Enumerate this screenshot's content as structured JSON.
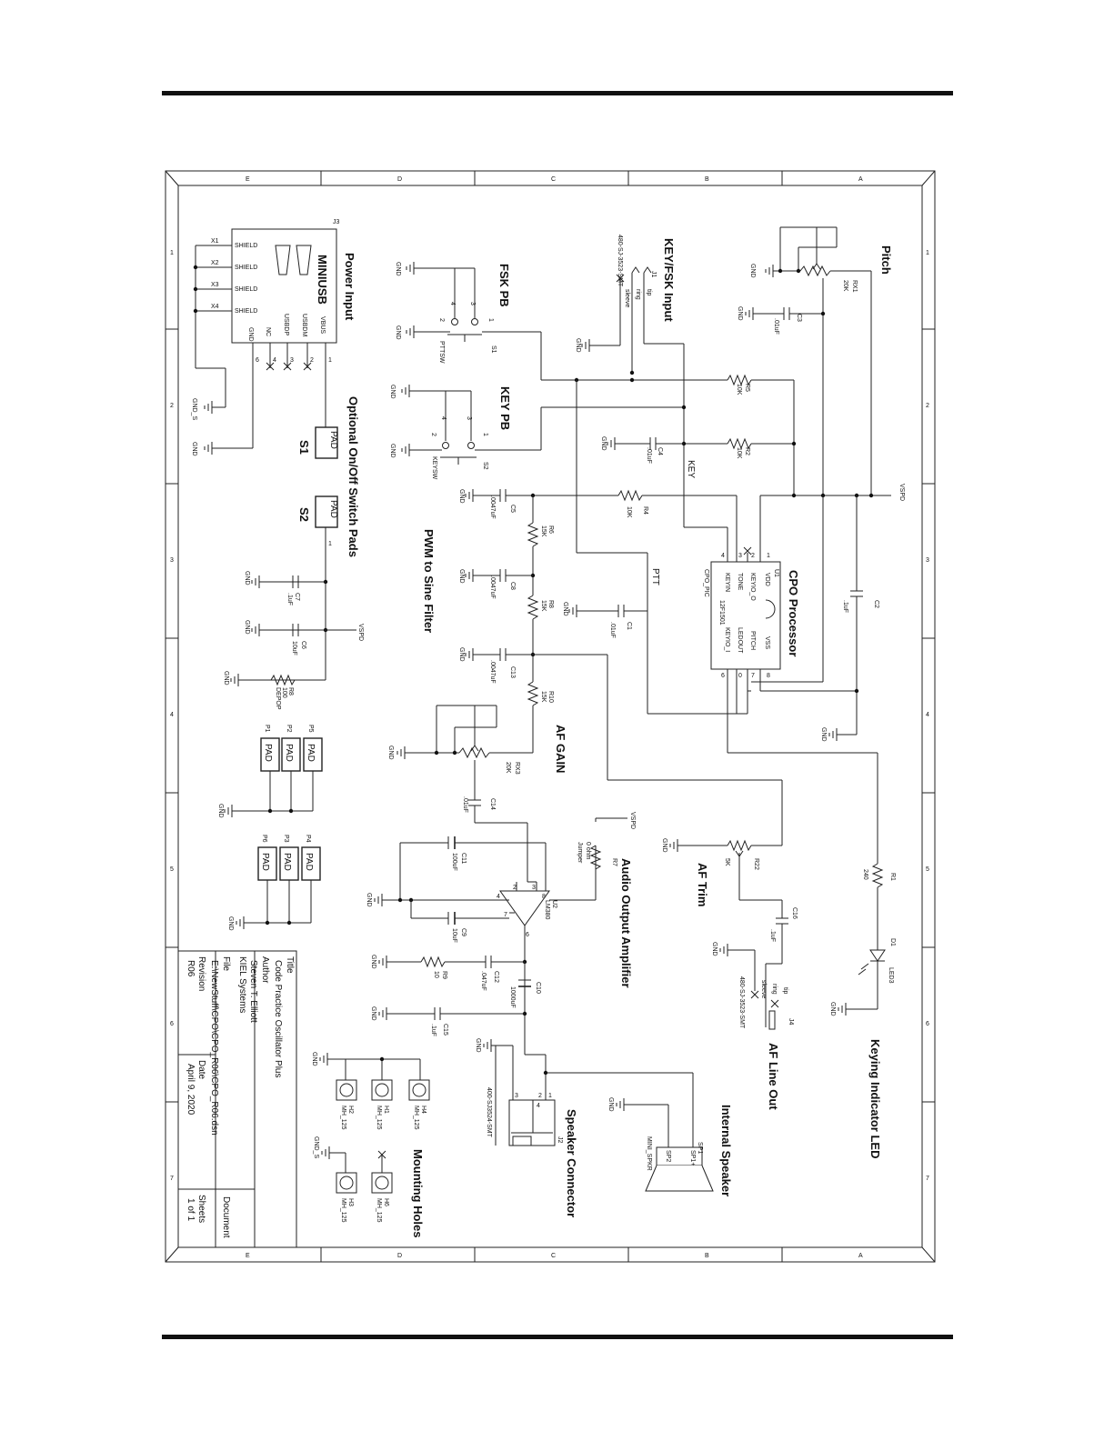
{
  "zones": {
    "letters": [
      "E",
      "D",
      "C",
      "B",
      "A"
    ],
    "numbers": [
      "1",
      "2",
      "3",
      "4",
      "5",
      "6",
      "7"
    ]
  },
  "blocks": {
    "power_input": "Power Input",
    "fsk_pb": "FSK PB",
    "key_fsk_input": "KEY/FSK Input",
    "pitch": "Pitch",
    "key_pb": "KEY PB",
    "on_off_pads": "Optional On/Off Switch Pads",
    "pwm_filter": "PWM to Sine Filter",
    "cpo_processor": "CPO Processor",
    "af_gain": "AF GAIN",
    "audio_amp": "Audio Output Amplifier",
    "af_trim": "AF Trim",
    "af_line_out": "AF Line Out",
    "keying_led": "Keying Indicator LED",
    "internal_speaker": "Internal Speaker",
    "speaker_connector": "Speaker Connector",
    "mounting_holes": "Mounting Holes"
  },
  "usb": {
    "ref": "J3",
    "name": "MINIUSB",
    "shield_pins": [
      "SHIELD",
      "SHIELD",
      "SHIELD",
      "SHIELD"
    ],
    "x_labels": [
      "X1",
      "X2",
      "X3",
      "X4"
    ],
    "signal_pins": [
      "VBUS",
      "USBDM",
      "USBDP",
      "NC",
      "GND"
    ],
    "pin_numbers": [
      "1",
      "2",
      "3",
      "4",
      "6"
    ],
    "gnd_s": "GND_S",
    "gnd": "GND"
  },
  "pads_onoff": {
    "s1": "S1",
    "s2": "S2",
    "pad": "PAD",
    "pin1": "1"
  },
  "fsk_switch": {
    "ref": "S1",
    "part": "PTTSW",
    "pins": [
      "1",
      "2",
      "3",
      "4"
    ],
    "gnd": "GND"
  },
  "key_switch": {
    "ref": "S2",
    "part": "KEYSW",
    "pins": [
      "1",
      "2",
      "3",
      "4"
    ],
    "gnd": "GND"
  },
  "jack_j1": {
    "ref": "J1",
    "part": "480-SJ-3523-SMT",
    "pins": [
      "tip",
      "ring",
      "sleeve"
    ]
  },
  "pitch_pot": {
    "ref": "RX1",
    "value": "20K"
  },
  "c3": {
    "ref": "C3",
    "value": ".01uF"
  },
  "r5": {
    "ref": "R5",
    "value": "10K"
  },
  "r2": {
    "ref": "R2",
    "value": "10K"
  },
  "c4": {
    "ref": "C4",
    "value": ".01uF"
  },
  "net_key": "KEY",
  "net_ptt": "PTT",
  "net_vspd": "VSPD",
  "r4": {
    "ref": "R4",
    "value": "10K"
  },
  "c5": {
    "ref": "C5",
    "value": ".0047uF"
  },
  "r6": {
    "ref": "R6",
    "value": "15K"
  },
  "c8": {
    "ref": "C8",
    "value": ".0047uF"
  },
  "r8": {
    "ref": "R8",
    "value": "15K"
  },
  "c1": {
    "ref": "C1",
    "value": ".01uF"
  },
  "c13": {
    "ref": "C13",
    "value": ".0047uF"
  },
  "r10": {
    "ref": "R10",
    "value": "15K"
  },
  "c2": {
    "ref": "C2",
    "value": ".1uF"
  },
  "cpu": {
    "ref": "U1",
    "part": "12F1501",
    "cpo_pic": "CPO_PIC",
    "left_pins": [
      "VDD",
      "KEYIO_O",
      "TONE",
      "KEYIN"
    ],
    "right_pins": [
      "VSS",
      "PITCH",
      "LEDOUT",
      "KEYIO_I"
    ],
    "left_nums": [
      "1",
      "2",
      "3",
      "4"
    ],
    "right_nums": [
      "8",
      "7",
      "0",
      "6"
    ]
  },
  "c7": {
    "ref": "C7",
    "value": ".1uF"
  },
  "c6": {
    "ref": "C6",
    "value": "10uF"
  },
  "r8b": {
    "ref": "R8",
    "value": "100",
    "part": "DEPOP"
  },
  "pads_group1": [
    "P1",
    "P2",
    "P5"
  ],
  "pads_group2": [
    "P6",
    "P3",
    "P4"
  ],
  "af_gain_pot": {
    "ref": "RX3",
    "value": "20K"
  },
  "c14": {
    "ref": "C14",
    "value": ".01uF"
  },
  "r7": {
    "ref": "R7",
    "value": "0 ohm",
    "note": "Jumper"
  },
  "c11": {
    "ref": "C11",
    "value": "100uF"
  },
  "c9": {
    "ref": "C9",
    "value": "10uF"
  },
  "amp": {
    "ref": "U2",
    "part": "LM380",
    "pins": [
      "2",
      "3",
      "4",
      "7",
      "6",
      "8"
    ]
  },
  "r22": {
    "ref": "R22",
    "value": "5K"
  },
  "c16": {
    "ref": "C16",
    "value": ".1uF"
  },
  "jack_j4": {
    "ref": "J4",
    "part": "480-SJ-3523-SMT",
    "pins": [
      "tip",
      "ring",
      "sleeve"
    ]
  },
  "r1": {
    "ref": "R1",
    "value": "240"
  },
  "led": {
    "ref": "D1",
    "part": "LED3"
  },
  "r9": {
    "ref": "R9",
    "value": "10"
  },
  "c12": {
    "ref": "C12",
    "value": ".047uF"
  },
  "c10": {
    "ref": "C10",
    "value": "1000uF"
  },
  "c15": {
    "ref": "C15",
    "value": ".1uF"
  },
  "speaker": {
    "ref": "SP1",
    "part": "MINI_SPKR",
    "pins": [
      "SP1+",
      "SP2"
    ]
  },
  "jack_j2": {
    "ref": "J2",
    "part": "400-SJ3524-SMT",
    "pins": [
      "1",
      "2",
      "3",
      "4"
    ]
  },
  "holes": [
    {
      "ref": "H4",
      "part": "MH_125"
    },
    {
      "ref": "H1",
      "part": "MH_125"
    },
    {
      "ref": "H2",
      "part": "MH_125"
    },
    {
      "ref": "H6",
      "part": "MH_125"
    },
    {
      "ref": "H3",
      "part": "MH_125"
    }
  ],
  "title_block": {
    "title_label": "Title",
    "title": "Code Practice Oscillator Plus",
    "author_label": "Author",
    "author": "Steven T. Elliott",
    "company": "KIEL Systems",
    "file_label": "File",
    "file": "E:\\NewStuff\\CPO\\CPO_R06\\CPO_R06.dsn",
    "revision_label": "Revision",
    "revision": "R06",
    "date_label": "Date",
    "date": "April 9, 2020",
    "document_label": "Document",
    "sheets_label": "Sheets",
    "sheets": "1 of 1"
  },
  "gnd": "GND"
}
